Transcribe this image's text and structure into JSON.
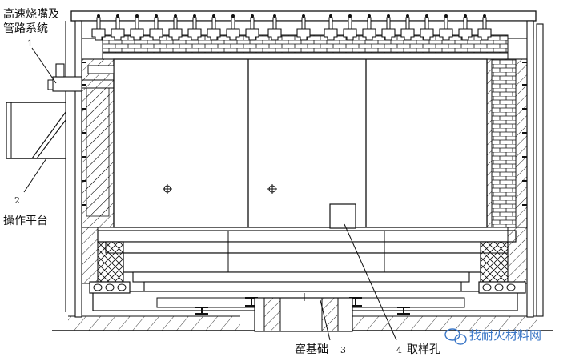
{
  "labels": {
    "burner": {
      "line1": "高速烧嘴及",
      "line2": "管路系统",
      "num": "1"
    },
    "platform": {
      "num": "2",
      "text": "操作平台"
    },
    "foundation": {
      "text": "窑基础",
      "num": "3"
    },
    "sample_port": {
      "num": "4",
      "text": "取样孔"
    }
  },
  "watermark": {
    "text": "找耐火材料网"
  },
  "colors": {
    "line": "#111111",
    "background": "#ffffff",
    "watermark": "#3b77c7"
  }
}
